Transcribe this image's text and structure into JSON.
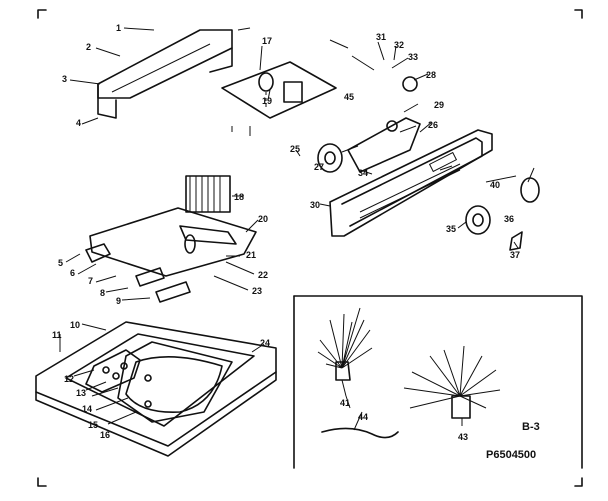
{
  "diagram": {
    "page_ref": "B-3",
    "part_number": "P6504500",
    "callouts": [
      "1",
      "2",
      "3",
      "4",
      "5",
      "6",
      "7",
      "8",
      "9",
      "10",
      "11",
      "12",
      "13",
      "14",
      "15",
      "16",
      "17",
      "18",
      "19",
      "20",
      "21",
      "22",
      "23",
      "24",
      "25",
      "26",
      "27",
      "28",
      "29",
      "30",
      "31",
      "32",
      "33",
      "34",
      "35",
      "36",
      "37",
      "40",
      "41",
      "43",
      "44",
      "45"
    ]
  }
}
